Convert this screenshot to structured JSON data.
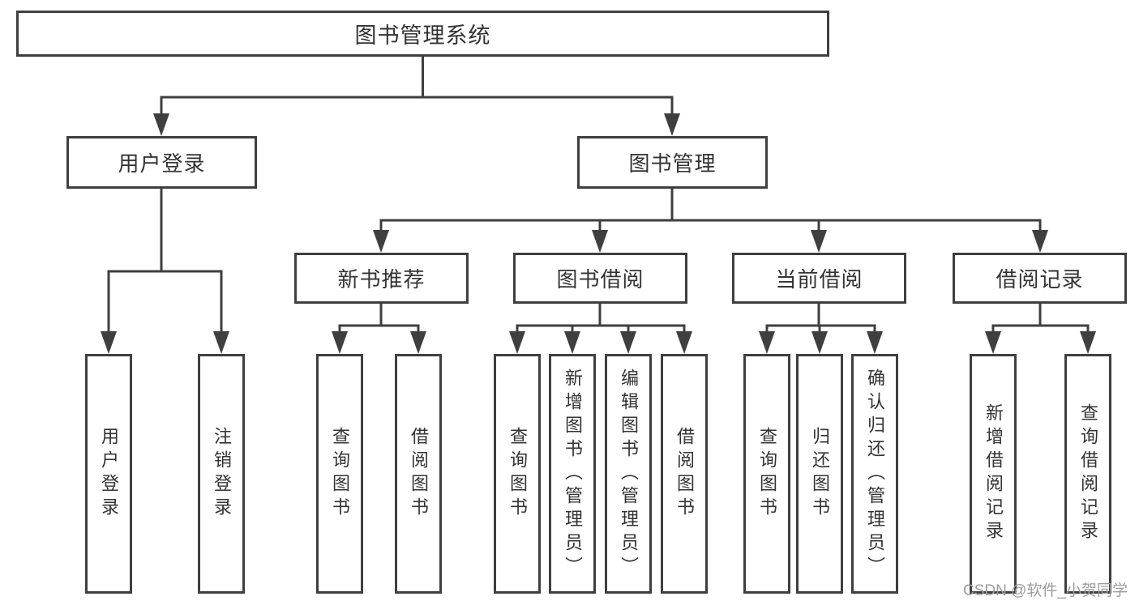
{
  "tree": {
    "root": "图书管理系统",
    "children": [
      {
        "label": "用户登录",
        "children": [
          "用户登录",
          "注销登录"
        ]
      },
      {
        "label": "图书管理",
        "children": [
          {
            "label": "新书推荐",
            "children": [
              "查询图书",
              "借阅图书"
            ]
          },
          {
            "label": "图书借阅",
            "children": [
              "查询图书",
              "新增图书（管理员）",
              "编辑图书（管理员）",
              "借阅图书"
            ]
          },
          {
            "label": "当前借阅",
            "children": [
              "查询图书",
              "归还图书",
              "确认归还（管理员）"
            ]
          },
          {
            "label": "借阅记录",
            "children": [
              "新增借阅记录",
              "查询借阅记录"
            ]
          }
        ]
      }
    ]
  },
  "watermark": {
    "text": "CSDN @软件_小贺同学"
  },
  "colors": {
    "line": "#3f3f3f",
    "border": "#3f3f3f",
    "text": "#333333",
    "watermark": "#9c9c9c",
    "background": "#ffffff"
  }
}
